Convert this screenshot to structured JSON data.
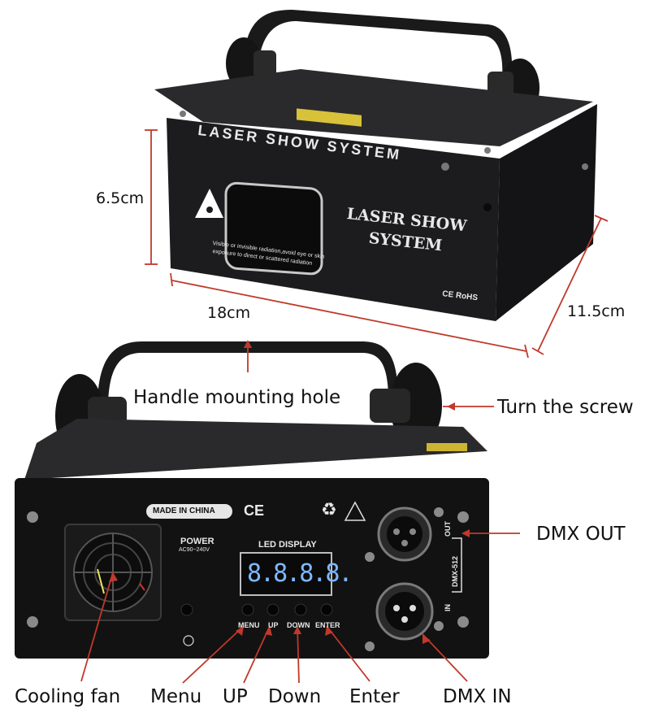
{
  "top_device": {
    "front_text_top": "LASER SHOW SYSTEM",
    "front_text_line1": "LASER SHOW",
    "front_text_line2": "SYSTEM",
    "warning_line1": "Visible or invisible radiation,avoid eye or skin",
    "warning_line2": "exposure to direct or scattered radiation",
    "cert": "CE RoHS"
  },
  "dimensions": {
    "height": "6.5cm",
    "width": "18cm",
    "depth": "11.5cm"
  },
  "rear_panel": {
    "made_in": "MADE IN CHINA",
    "power_label": "POWER",
    "power_rating": "AC90~240V",
    "led_display_label": "LED DISPLAY",
    "led_digits": "8.8.8.8.",
    "button_labels": [
      "MENU",
      "UP",
      "DOWN",
      "ENTER"
    ],
    "dmx_out_label": "OUT",
    "dmx_in_label": "IN",
    "dmx_standard": "DMX-512"
  },
  "callouts": {
    "handle_hole": "Handle mounting hole",
    "turn_screw": "Turn the screw",
    "dmx_out": "DMX OUT",
    "cooling_fan": "Cooling fan",
    "menu": "Menu",
    "up": "UP",
    "down": "Down",
    "enter": "Enter",
    "dmx_in": "DMX IN"
  },
  "colors": {
    "body": "#1c1c1e",
    "panel": "#121213",
    "led": "#7fb8ff",
    "arrow_red": "#c0392b",
    "dim_line": "#c0392b"
  }
}
